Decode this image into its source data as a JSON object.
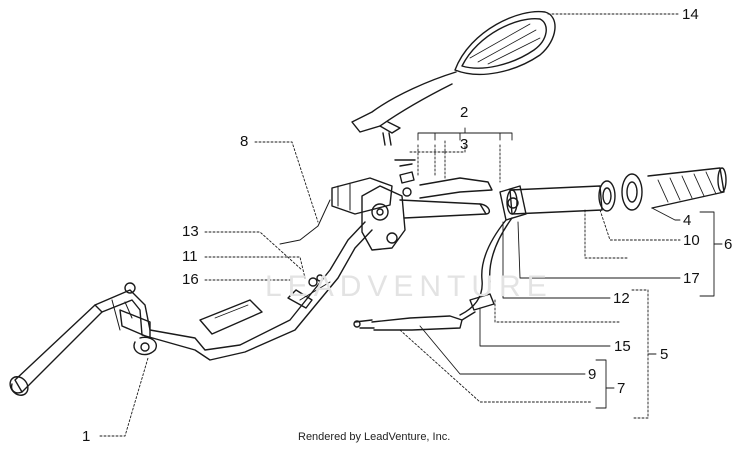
{
  "diagram": {
    "labels": {
      "l1": "1",
      "l2": "2",
      "l3": "3",
      "l4": "4",
      "l5": "5",
      "l6": "6",
      "l7": "7",
      "l8": "8",
      "l9": "9",
      "l10": "10",
      "l11": "11",
      "l12": "12",
      "l13": "13",
      "l14": "14",
      "l15": "15",
      "l16": "16",
      "l17": "17"
    },
    "watermark": "LEADVENTURE",
    "credit": "Rendered by LeadVenture, Inc."
  }
}
